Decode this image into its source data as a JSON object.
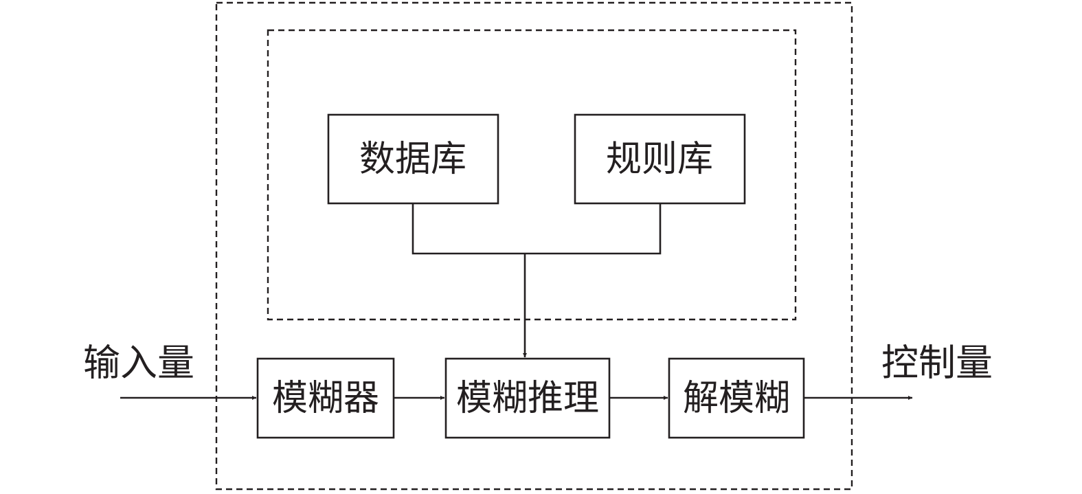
{
  "nodes": {
    "database": "数据库",
    "rulebase": "规则库",
    "fuzzifier": "模糊器",
    "inference": "模糊推理",
    "defuzzifier": "解模糊"
  },
  "io": {
    "input": "输入量",
    "output": "控制量"
  },
  "colors": {
    "ink": "#231f20",
    "background": "#ffffff"
  }
}
